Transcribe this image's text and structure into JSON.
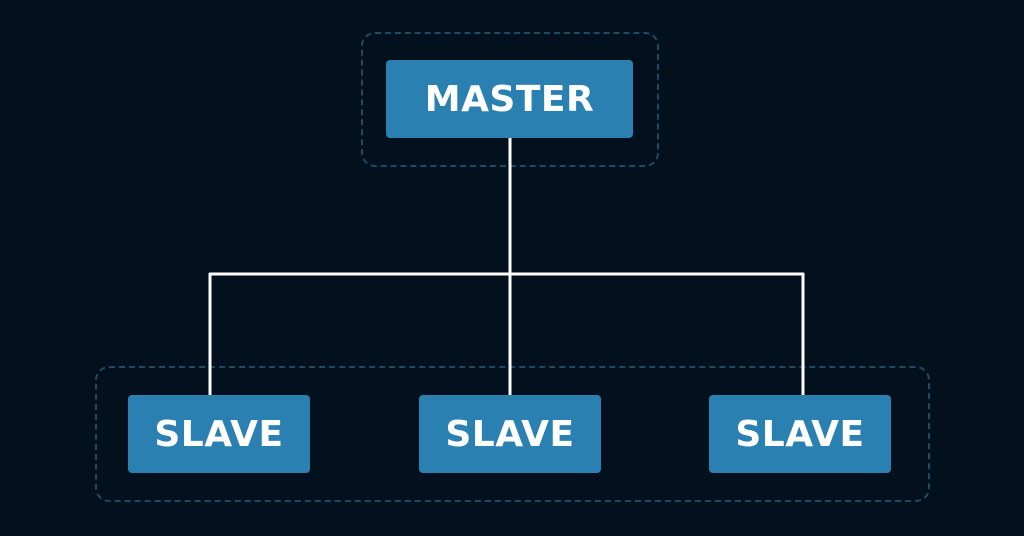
{
  "diagram": {
    "master": {
      "label": "MASTER"
    },
    "slaves": [
      {
        "label": "SLAVE"
      },
      {
        "label": "SLAVE"
      },
      {
        "label": "SLAVE"
      }
    ]
  },
  "colors": {
    "background": "#03111f",
    "node_fill": "#2a80b0",
    "node_text": "#ffffff",
    "connector": "#ffffff",
    "group_border": "#1d4a66"
  }
}
